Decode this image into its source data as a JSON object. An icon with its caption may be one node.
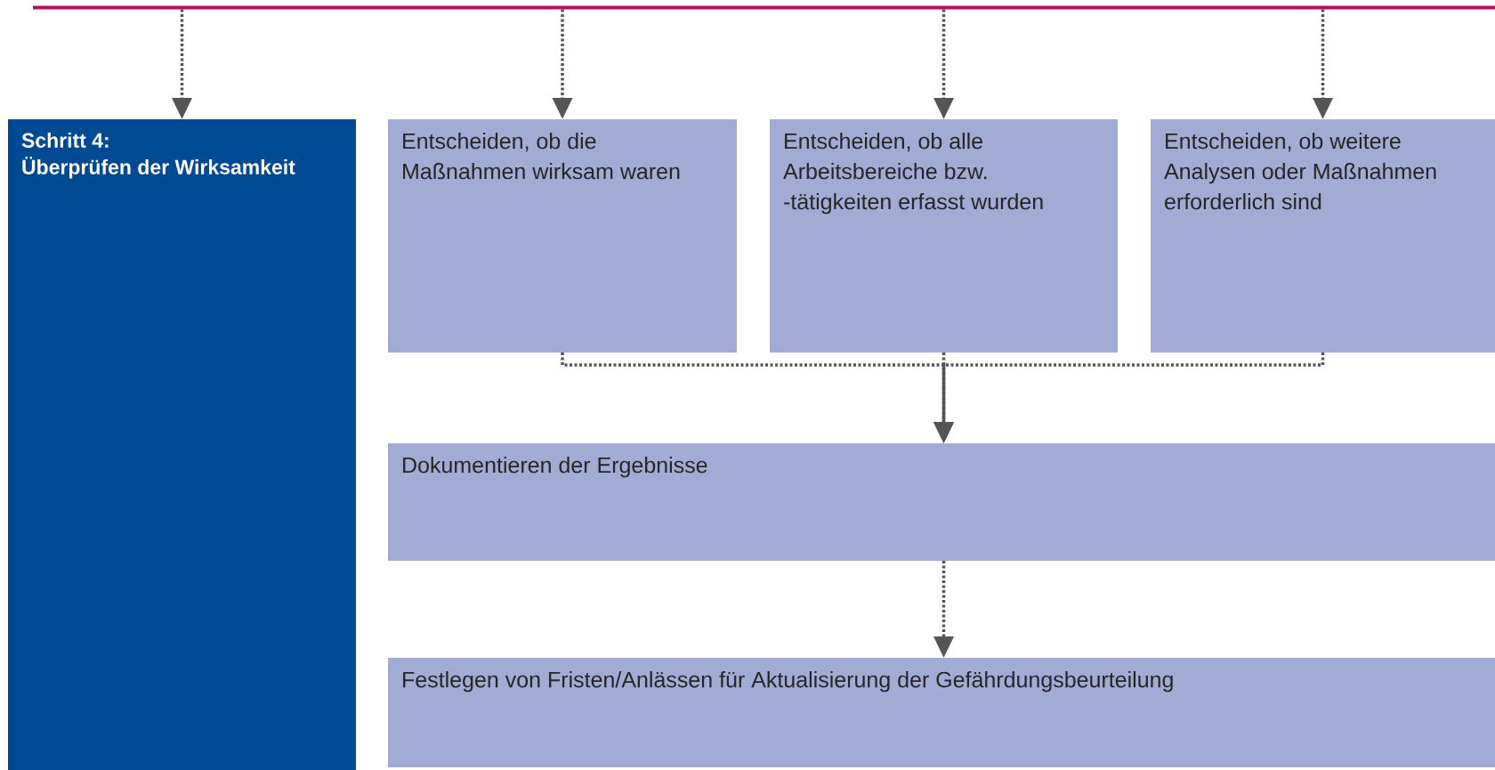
{
  "diagram": {
    "nodes": [
      {
        "text": [
          "Schritt 4:",
          "Überprüfen der Wirksamkeit"
        ]
      },
      {
        "text": [
          "Entscheiden, ob die Maßnahmen wirksam waren"
        ]
      },
      {
        "text": [
          "Entscheiden, ob alle Arbeitsbereiche bzw. -tätigkeiten erfasst wurden"
        ]
      },
      {
        "text": [
          "Entscheiden, ob weitere Analysen oder Maßnahmen erforderlich sind"
        ]
      },
      {
        "text": [
          "Dokumentieren der Ergebnisse"
        ]
      },
      {
        "text": [
          "Festlegen von Fristen/Anlässen für Aktualisierung der Gefährdungsbeurteilung"
        ]
      }
    ],
    "edges": [
      {
        "from": null,
        "to": 0,
        "arrow": "to"
      },
      {
        "from": null,
        "to": 1,
        "arrow": "to"
      },
      {
        "from": null,
        "to": 2,
        "arrow": "to"
      },
      {
        "from": null,
        "to": 3,
        "arrow": "to"
      },
      {
        "from": 1,
        "to": 4,
        "arrow": "to"
      },
      {
        "from": 2,
        "to": 4,
        "arrow": "to"
      },
      {
        "from": 3,
        "to": 4,
        "arrow": "to"
      },
      {
        "from": 4,
        "to": 5,
        "arrow": "to"
      }
    ]
  }
}
